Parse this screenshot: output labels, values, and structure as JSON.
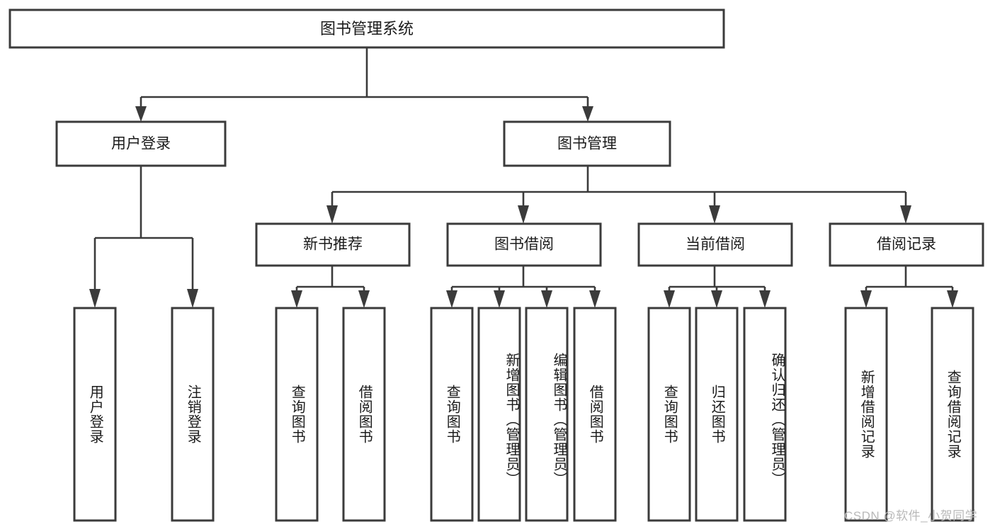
{
  "diagram": {
    "type": "tree",
    "title": "图书管理系统",
    "watermark": "CSDN @软件_小贺同学",
    "colors": {
      "box_stroke": "#3b3b3b",
      "box_fill": "#ffffff",
      "connector": "#3b3b3b",
      "text": "#1b1b1b",
      "watermark": "#b9b9b9",
      "background": "#ffffff"
    },
    "root": {
      "label": "图书管理系统",
      "orientation": "horizontal"
    },
    "level2": [
      {
        "label": "用户登录",
        "orientation": "horizontal"
      },
      {
        "label": "图书管理",
        "orientation": "horizontal"
      }
    ],
    "level3": [
      {
        "label": "新书推荐",
        "orientation": "horizontal",
        "parent": "图书管理"
      },
      {
        "label": "图书借阅",
        "orientation": "horizontal",
        "parent": "图书管理"
      },
      {
        "label": "当前借阅",
        "orientation": "horizontal",
        "parent": "图书管理"
      },
      {
        "label": "借阅记录",
        "orientation": "horizontal",
        "parent": "图书管理"
      }
    ],
    "leaves": {
      "user_login": [
        {
          "label": "用户登录",
          "orientation": "vertical"
        },
        {
          "label": "注销登录",
          "orientation": "vertical"
        }
      ],
      "new_book_recommend": [
        {
          "label": "查询图书",
          "orientation": "vertical"
        },
        {
          "label": "借阅图书",
          "orientation": "vertical"
        }
      ],
      "book_borrow": [
        {
          "label": "查询图书",
          "orientation": "vertical"
        },
        {
          "label": "新增图书（管理员）",
          "orientation": "vertical"
        },
        {
          "label": "编辑图书（管理员）",
          "orientation": "vertical"
        },
        {
          "label": "借阅图书",
          "orientation": "vertical"
        }
      ],
      "current_borrow": [
        {
          "label": "查询图书",
          "orientation": "vertical"
        },
        {
          "label": "归还图书",
          "orientation": "vertical"
        },
        {
          "label": "确认归还（管理员）",
          "orientation": "vertical"
        }
      ],
      "borrow_record": [
        {
          "label": "新增借阅记录",
          "orientation": "vertical"
        },
        {
          "label": "查询借阅记录",
          "orientation": "vertical"
        }
      ]
    }
  }
}
